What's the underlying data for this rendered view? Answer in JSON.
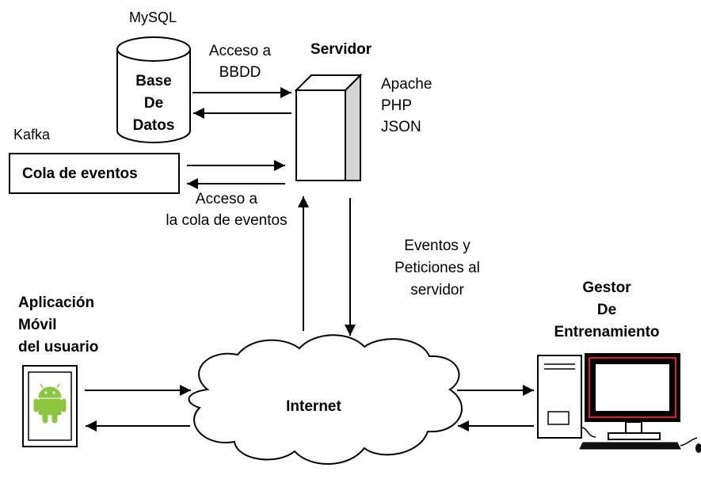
{
  "database": {
    "tech_label": "MySQL",
    "line1": "Base",
    "line2": "De",
    "line3": "Datos"
  },
  "db_link": {
    "line1": "Acceso a",
    "line2": "BBDD"
  },
  "server": {
    "title": "Servidor",
    "stack": [
      "Apache",
      "PHP",
      "JSON"
    ]
  },
  "queue": {
    "tech_label": "Kafka",
    "box_label": "Cola de eventos"
  },
  "queue_link": {
    "line1": "Acceso a",
    "line2": "la cola de eventos"
  },
  "internet_link": {
    "line1": "Eventos y",
    "line2": "Peticiones al",
    "line3": "servidor"
  },
  "mobile_app": {
    "line1": "Aplicación",
    "line2": "Móvil",
    "line3": "del usuario"
  },
  "cloud": {
    "label": "Internet"
  },
  "trainer": {
    "line1": "Gestor",
    "line2": "De",
    "line3": "Entrenamiento"
  },
  "colors": {
    "android_green": "#8cc63f",
    "monitor_red": "#e02020",
    "server_side": "#d4d4d4"
  },
  "icons": {
    "mobile": "android-phone-icon",
    "computer": "desktop-computer-icon",
    "database": "database-cylinder-icon",
    "server": "server-tower-icon",
    "network": "cloud-icon"
  }
}
